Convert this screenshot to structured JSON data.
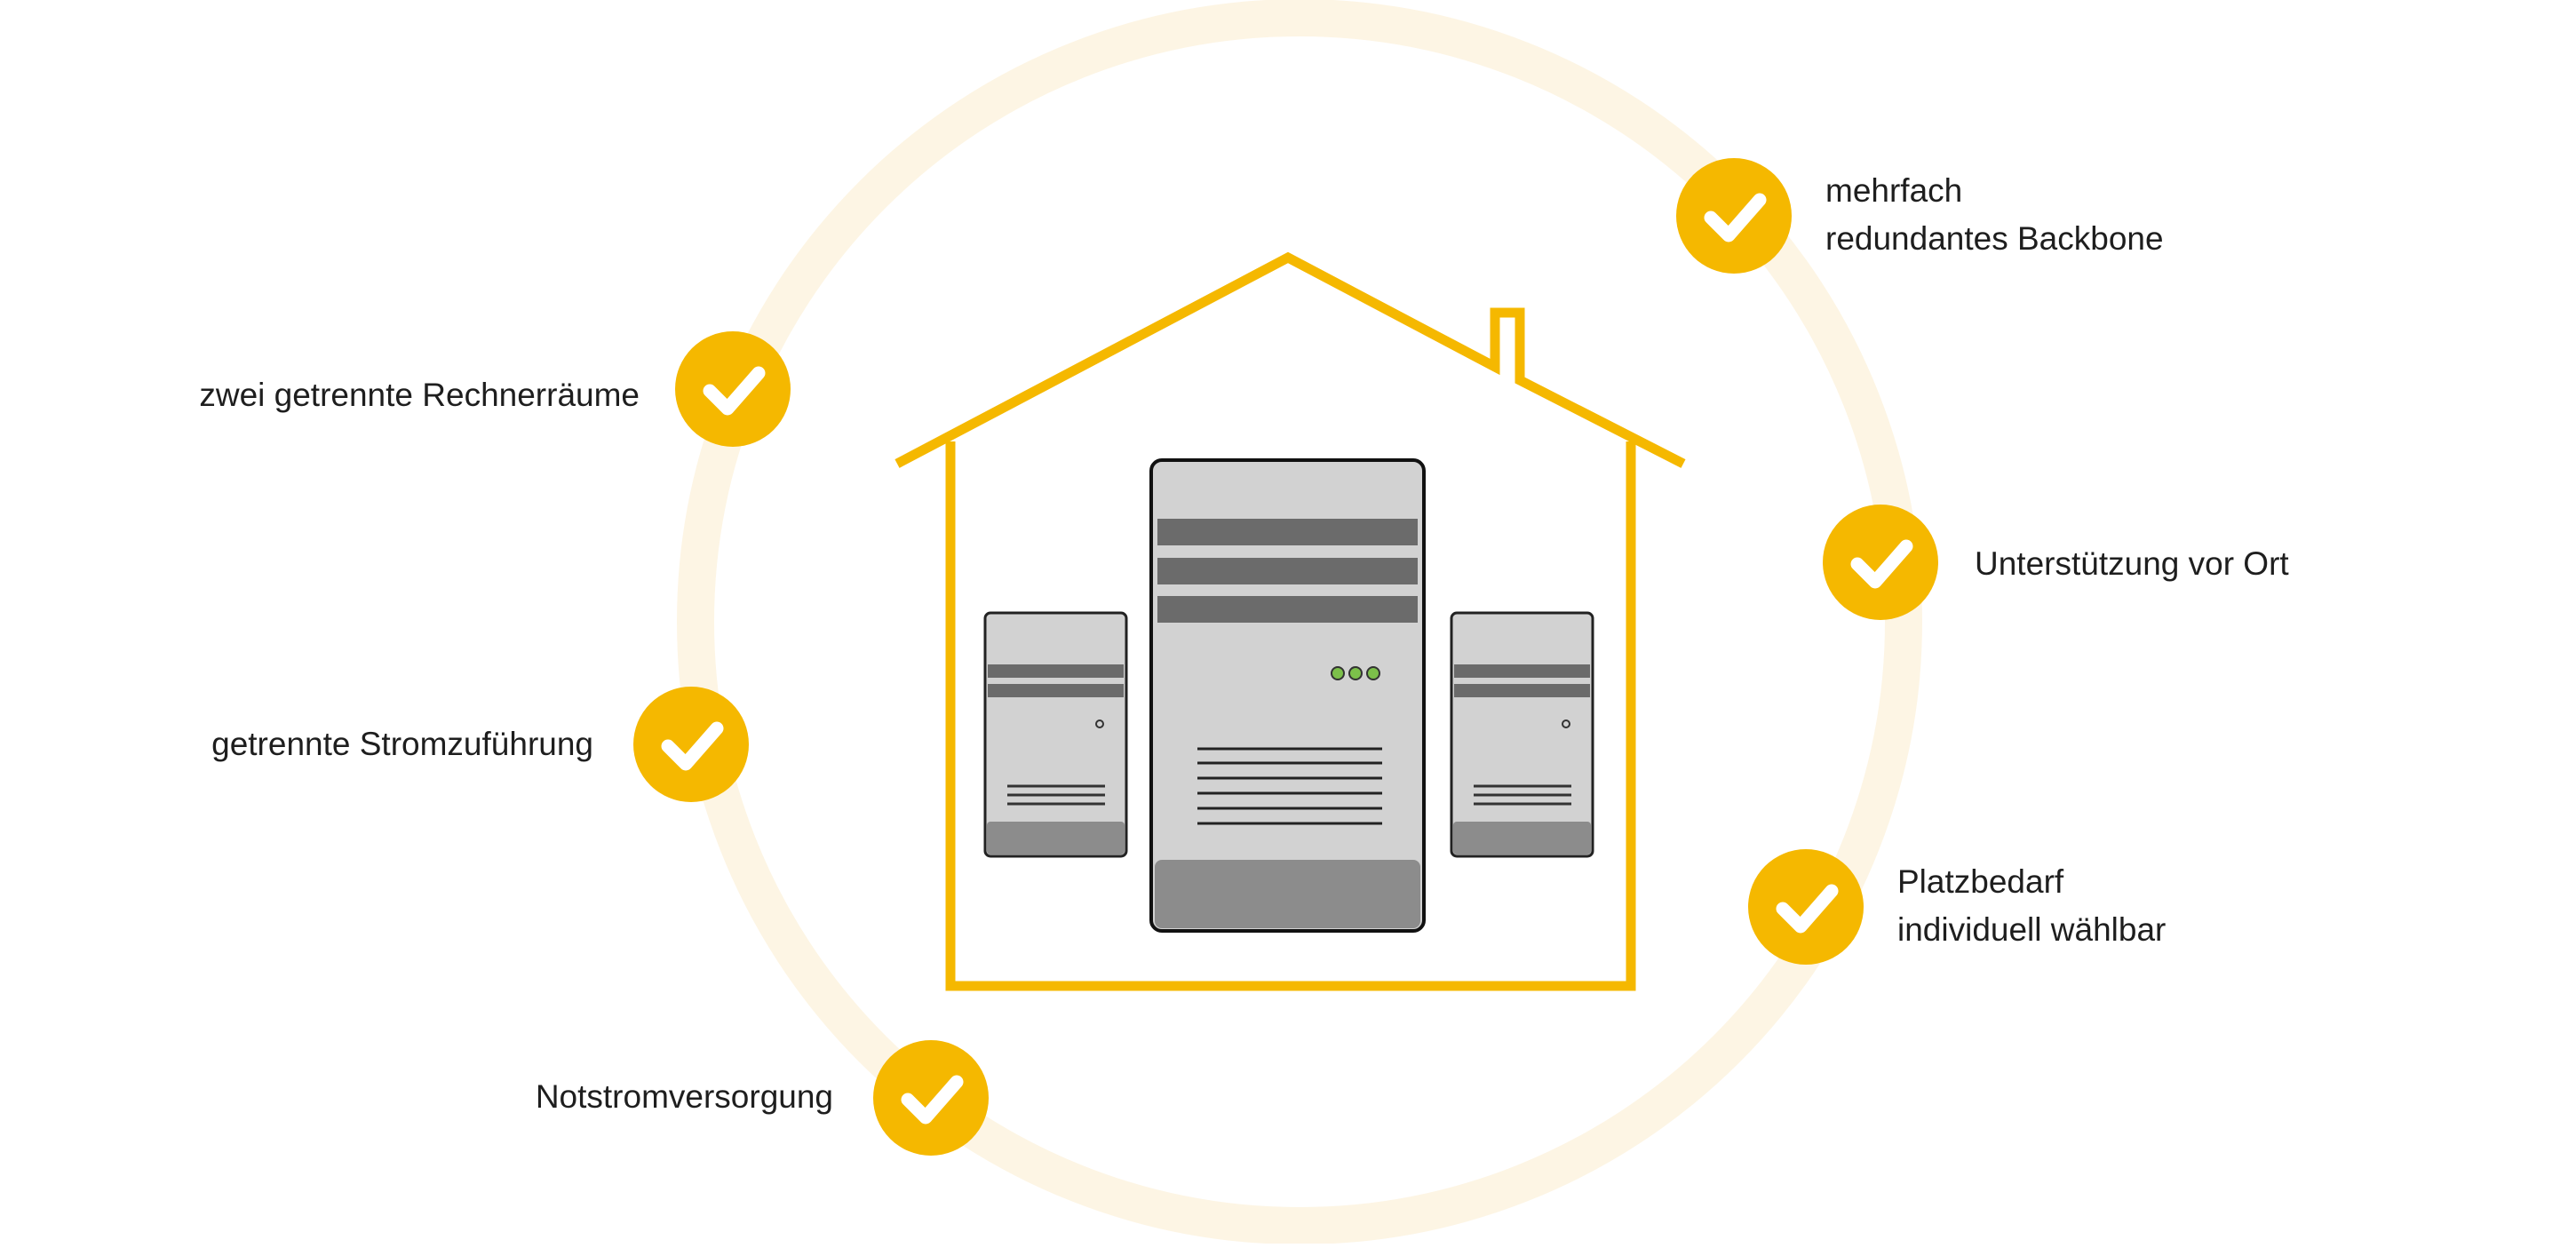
{
  "colors": {
    "accent": "#F5B800",
    "ring": "#FDF5E4",
    "check": "#FFFFFF",
    "server_light": "#D2D2D2",
    "server_dark": "#6B6B6B",
    "server_base": "#8C8C8C",
    "led": "#7CC04A"
  },
  "icons": {
    "feature_marker": "check-icon",
    "center": "house-with-servers-icon"
  },
  "features": [
    {
      "id": "two-server-rooms",
      "lines": [
        "zwei getrennte Rechnerräume"
      ]
    },
    {
      "id": "separate-power",
      "lines": [
        "getrennte Stromzuführung"
      ]
    },
    {
      "id": "emergency-power",
      "lines": [
        "Notstromversorgung"
      ]
    },
    {
      "id": "redundant-backbone",
      "lines": [
        "mehrfach",
        "redundantes Backbone"
      ]
    },
    {
      "id": "onsite-support",
      "lines": [
        "Unterstützung vor Ort"
      ]
    },
    {
      "id": "flexible-space",
      "lines": [
        "Platzbedarf",
        "individuell wählbar"
      ]
    }
  ]
}
